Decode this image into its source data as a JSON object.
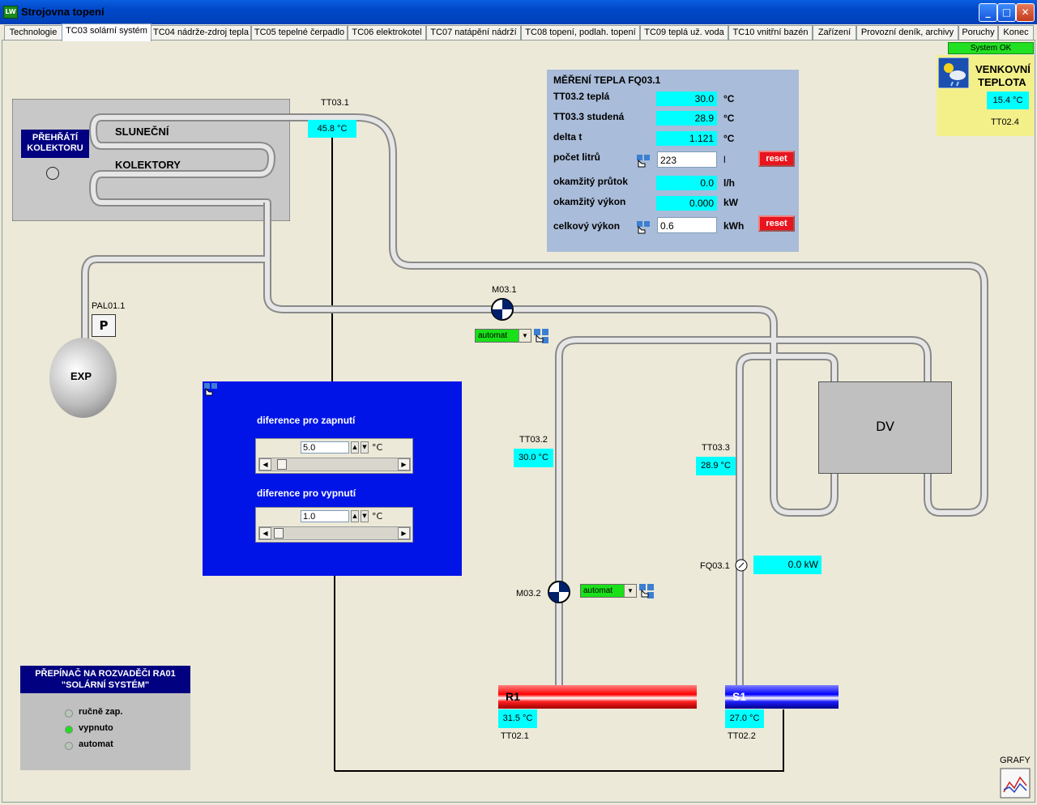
{
  "window": {
    "title": "Strojovna topení",
    "app_badge": "LW",
    "buttons": {
      "minimize": "_",
      "maximize": "□",
      "close": "✕"
    }
  },
  "tabs": [
    {
      "label": "Technologie"
    },
    {
      "label": "TC03 solární systém"
    },
    {
      "label": "TC04 nádrže-zdroj tepla"
    },
    {
      "label": "TC05 tepelné čerpadlo"
    },
    {
      "label": "TC06 elektrokotel"
    },
    {
      "label": "TC07 natápění nádrží"
    },
    {
      "label": "TC08 topení, podlah. topení"
    },
    {
      "label": "TC09 teplá už. voda"
    },
    {
      "label": "TC10 vnitřní bazén"
    },
    {
      "label": "Zařízení"
    },
    {
      "label": "Provozní deník, archivy"
    },
    {
      "label": "Poruchy"
    },
    {
      "label": "Konec"
    }
  ],
  "active_tab": "TC03 solární systém",
  "status": {
    "label": "System OK",
    "color": "#22e022"
  },
  "outdoor": {
    "title_line1": "VENKOVNÍ",
    "title_line2": "TEPLOTA",
    "value": "15.4 °C",
    "tag": "TT02.4",
    "icon": "weather-icon"
  },
  "measurement": {
    "title": "MĚŘENÍ TEPLA FQ03.1",
    "rows": {
      "warm": {
        "label": "TT03.2 teplá",
        "value": "30.0",
        "unit": "°C"
      },
      "cold": {
        "label": "TT03.3 studená",
        "value": "28.9",
        "unit": "°C"
      },
      "delta": {
        "label": "delta t",
        "value": "1.121",
        "unit": "°C"
      },
      "liters": {
        "label": "počet litrů",
        "value": "223",
        "unit": "l",
        "reset": "reset"
      },
      "flow": {
        "label": "okamžitý průtok",
        "value": "0.0",
        "unit": "l/h"
      },
      "power": {
        "label": "okamžitý výkon",
        "value": "0.000",
        "unit": "kW"
      },
      "total": {
        "label": "celkový výkon",
        "value": "0.6",
        "unit": "kWh",
        "reset": "reset"
      }
    }
  },
  "collector": {
    "line1": "SLUNEČNÍ",
    "line2": "KOLEKTORY",
    "overheat_line1": "PŘEHŘÁTÍ",
    "overheat_line2": "KOLEKTORU"
  },
  "sensors": {
    "tt031": {
      "tag": "TT03.1",
      "value": "45.8 °C"
    },
    "tt032": {
      "tag": "TT03.2",
      "value": "30.0 °C"
    },
    "tt033": {
      "tag": "TT03.3",
      "value": "28.9 °C"
    },
    "tt021": {
      "tag": "TT02.1",
      "value": "31.5 °C"
    },
    "tt022": {
      "tag": "TT02.2",
      "value": "27.0 °C"
    },
    "fq031": {
      "tag": "FQ03.1",
      "value": "0.0 kW"
    },
    "pal011": {
      "tag": "PAL01.1",
      "symbol": "P"
    }
  },
  "pumps": {
    "m031": {
      "tag": "M03.1",
      "mode": "automat"
    },
    "m032": {
      "tag": "M03.2",
      "mode": "automat"
    }
  },
  "expansion": {
    "label": "EXP"
  },
  "exchanger": {
    "label": "DV"
  },
  "tanks": {
    "r1": {
      "label": "R1"
    },
    "s1": {
      "label": "S1"
    }
  },
  "settings": {
    "on_diff": {
      "label": "diference pro zapnutí",
      "value": "5.0",
      "unit": "°C",
      "fraction": 0.05
    },
    "off_diff": {
      "label": "diference pro vypnutí",
      "value": "1.0",
      "unit": "°C",
      "fraction": 0.02
    }
  },
  "switch": {
    "title_line1": "PŘEPÍNAČ NA ROZVADĚČI RA01",
    "title_line2": "\"SOLÁRNÍ SYSTÉM\"",
    "options": [
      {
        "label": "ručně zap.",
        "active": false
      },
      {
        "label": "vypnuto",
        "active": true
      },
      {
        "label": "automat",
        "active": false
      }
    ]
  },
  "graphs": {
    "label": "GRAFY"
  },
  "colors": {
    "pipe": "#b8b8b8",
    "blue_panel": "#0014e8",
    "value_bg": "#00ffff",
    "measure_bg": "#a9bcd9",
    "led_on": "#22dd22"
  }
}
